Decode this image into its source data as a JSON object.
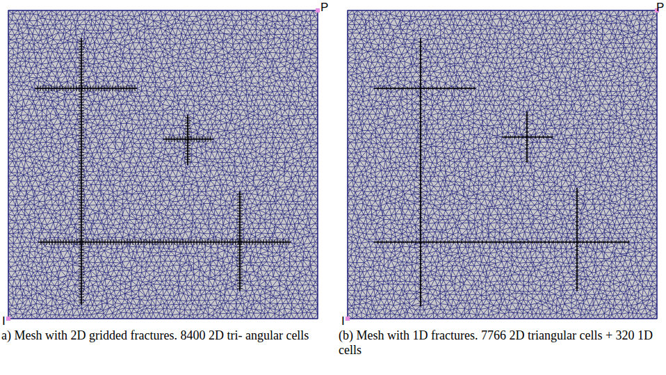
{
  "diagram": {
    "labels": [
      "P",
      "I",
      "P",
      "I",
      "a) Mesh with 2D gridded fractures. 8400 2D tri- angular cells",
      "(b) Mesh with 1D fractures. 7766 2D triangular cells + 320 1D cells"
    ]
  }
}
